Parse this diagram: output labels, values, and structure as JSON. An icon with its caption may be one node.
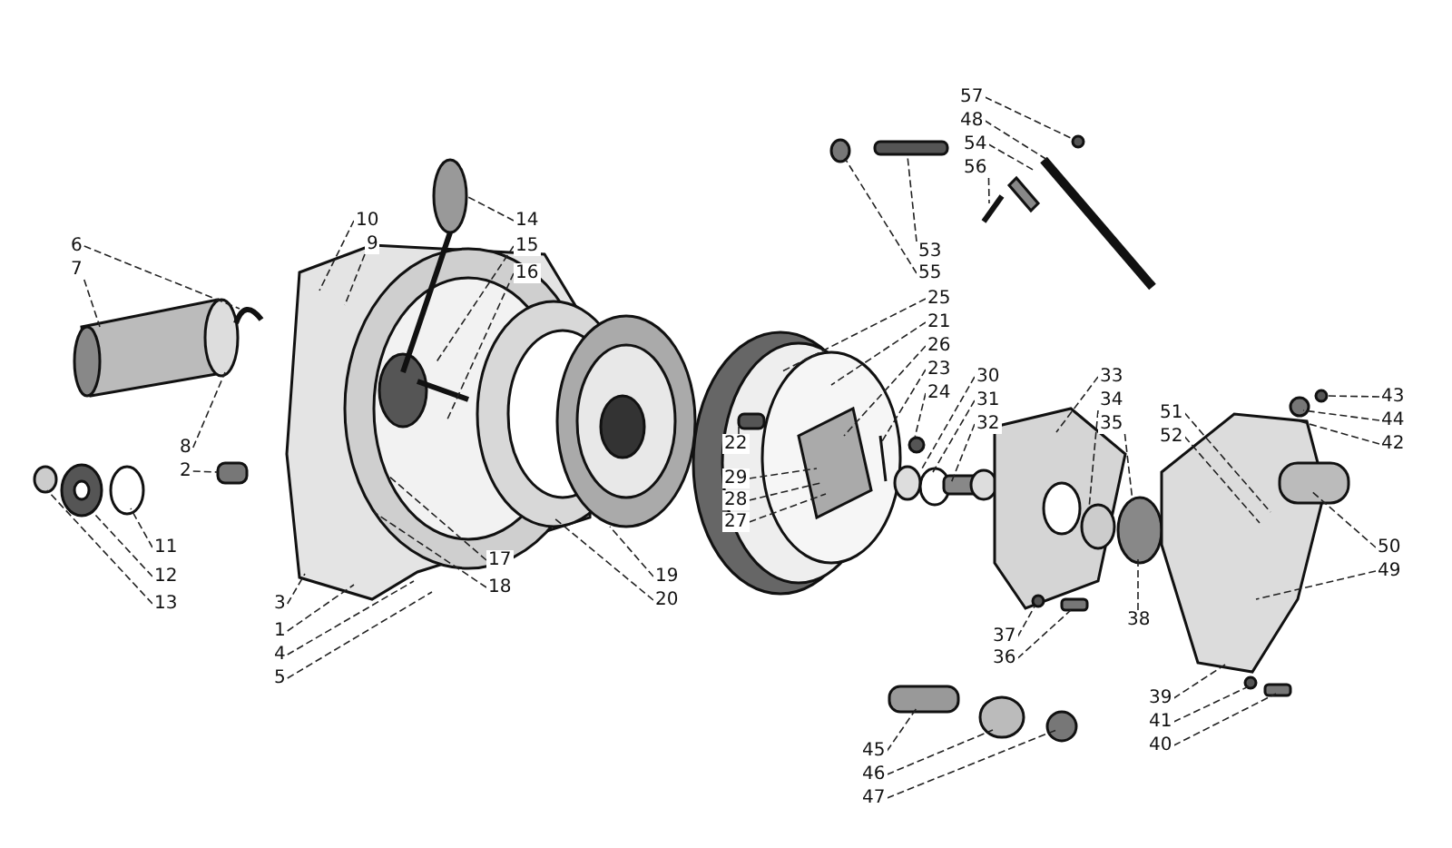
{
  "diagram": {
    "nodes": [
      {
        "text": [
          "6"
        ]
      },
      {
        "text": [
          "7"
        ]
      },
      {
        "text": [
          "8"
        ]
      },
      {
        "text": [
          "2"
        ]
      },
      {
        "text": [
          "11"
        ]
      },
      {
        "text": [
          "12"
        ]
      },
      {
        "text": [
          "13"
        ]
      },
      {
        "text": [
          "3"
        ]
      },
      {
        "text": [
          "1"
        ]
      },
      {
        "text": [
          "4"
        ]
      },
      {
        "text": [
          "5"
        ]
      },
      {
        "text": [
          "10"
        ]
      },
      {
        "text": [
          "9"
        ]
      },
      {
        "text": [
          "14"
        ]
      },
      {
        "text": [
          "15"
        ]
      },
      {
        "text": [
          "16"
        ]
      },
      {
        "text": [
          "17"
        ]
      },
      {
        "text": [
          "18"
        ]
      },
      {
        "text": [
          "19"
        ]
      },
      {
        "text": [
          "20"
        ]
      },
      {
        "text": [
          "57"
        ]
      },
      {
        "text": [
          "48"
        ]
      },
      {
        "text": [
          "54"
        ]
      },
      {
        "text": [
          "56"
        ]
      },
      {
        "text": [
          "53"
        ]
      },
      {
        "text": [
          "55"
        ]
      },
      {
        "text": [
          "25"
        ]
      },
      {
        "text": [
          "21"
        ]
      },
      {
        "text": [
          "26"
        ]
      },
      {
        "text": [
          "23"
        ]
      },
      {
        "text": [
          "24"
        ]
      },
      {
        "text": [
          "22"
        ]
      },
      {
        "text": [
          "29"
        ]
      },
      {
        "text": [
          "28"
        ]
      },
      {
        "text": [
          "27"
        ]
      },
      {
        "text": [
          "30"
        ]
      },
      {
        "text": [
          "31"
        ]
      },
      {
        "text": [
          "32"
        ]
      },
      {
        "text": [
          "33"
        ]
      },
      {
        "text": [
          "34"
        ]
      },
      {
        "text": [
          "35"
        ]
      },
      {
        "text": [
          "38"
        ]
      },
      {
        "text": [
          "37"
        ]
      },
      {
        "text": [
          "36"
        ]
      },
      {
        "text": [
          "45"
        ]
      },
      {
        "text": [
          "46"
        ]
      },
      {
        "text": [
          "47"
        ]
      },
      {
        "text": [
          "39"
        ]
      },
      {
        "text": [
          "41"
        ]
      },
      {
        "text": [
          "40"
        ]
      },
      {
        "text": [
          "43"
        ]
      },
      {
        "text": [
          "44"
        ]
      },
      {
        "text": [
          "42"
        ]
      },
      {
        "text": [
          "51"
        ]
      },
      {
        "text": [
          "52"
        ]
      },
      {
        "text": [
          "50"
        ]
      },
      {
        "text": [
          "49"
        ]
      }
    ],
    "edges": [
      {
        "from": 0,
        "to": null,
        "arrow": "none"
      },
      {
        "from": 1,
        "to": null,
        "arrow": "none"
      },
      {
        "from": 2,
        "to": null,
        "arrow": "none"
      },
      {
        "from": 3,
        "to": null,
        "arrow": "none"
      },
      {
        "from": 4,
        "to": null,
        "arrow": "none"
      },
      {
        "from": 5,
        "to": null,
        "arrow": "none"
      },
      {
        "from": 6,
        "to": null,
        "arrow": "none"
      },
      {
        "from": 7,
        "to": null,
        "arrow": "none"
      },
      {
        "from": 8,
        "to": null,
        "arrow": "none"
      },
      {
        "from": 9,
        "to": null,
        "arrow": "none"
      },
      {
        "from": 10,
        "to": null,
        "arrow": "none"
      },
      {
        "from": 11,
        "to": null,
        "arrow": "none"
      },
      {
        "from": 12,
        "to": null,
        "arrow": "none"
      },
      {
        "from": 13,
        "to": null,
        "arrow": "none"
      },
      {
        "from": 14,
        "to": null,
        "arrow": "none"
      },
      {
        "from": 15,
        "to": null,
        "arrow": "none"
      },
      {
        "from": 16,
        "to": null,
        "arrow": "none"
      },
      {
        "from": 17,
        "to": null,
        "arrow": "none"
      },
      {
        "from": 18,
        "to": null,
        "arrow": "none"
      },
      {
        "from": 19,
        "to": null,
        "arrow": "none"
      },
      {
        "from": 20,
        "to": null,
        "arrow": "none"
      },
      {
        "from": 21,
        "to": null,
        "arrow": "none"
      },
      {
        "from": 22,
        "to": null,
        "arrow": "none"
      },
      {
        "from": 23,
        "to": null,
        "arrow": "none"
      },
      {
        "from": 24,
        "to": null,
        "arrow": "none"
      },
      {
        "from": 25,
        "to": null,
        "arrow": "none"
      },
      {
        "from": 26,
        "to": null,
        "arrow": "none"
      },
      {
        "from": 27,
        "to": null,
        "arrow": "none"
      },
      {
        "from": 28,
        "to": null,
        "arrow": "none"
      },
      {
        "from": 29,
        "to": null,
        "arrow": "none"
      },
      {
        "from": 30,
        "to": null,
        "arrow": "none"
      },
      {
        "from": 31,
        "to": null,
        "arrow": "none"
      },
      {
        "from": 32,
        "to": null,
        "arrow": "none"
      },
      {
        "from": 33,
        "to": null,
        "arrow": "none"
      },
      {
        "from": 34,
        "to": null,
        "arrow": "none"
      },
      {
        "from": 35,
        "to": null,
        "arrow": "none"
      },
      {
        "from": 36,
        "to": null,
        "arrow": "none"
      },
      {
        "from": 37,
        "to": null,
        "arrow": "none"
      },
      {
        "from": 38,
        "to": null,
        "arrow": "none"
      },
      {
        "from": 39,
        "to": null,
        "arrow": "none"
      },
      {
        "from": 40,
        "to": null,
        "arrow": "none"
      },
      {
        "from": 41,
        "to": null,
        "arrow": "none"
      },
      {
        "from": 42,
        "to": null,
        "arrow": "none"
      },
      {
        "from": 43,
        "to": null,
        "arrow": "none"
      },
      {
        "from": 44,
        "to": null,
        "arrow": "none"
      },
      {
        "from": 45,
        "to": null,
        "arrow": "none"
      },
      {
        "from": 46,
        "to": null,
        "arrow": "none"
      },
      {
        "from": 47,
        "to": null,
        "arrow": "none"
      },
      {
        "from": 48,
        "to": null,
        "arrow": "none"
      },
      {
        "from": 49,
        "to": null,
        "arrow": "none"
      },
      {
        "from": 50,
        "to": null,
        "arrow": "none"
      },
      {
        "from": 51,
        "to": null,
        "arrow": "none"
      },
      {
        "from": 52,
        "to": null,
        "arrow": "none"
      },
      {
        "from": 53,
        "to": null,
        "arrow": "none"
      },
      {
        "from": 54,
        "to": null,
        "arrow": "none"
      },
      {
        "from": 55,
        "to": null,
        "arrow": "none"
      },
      {
        "from": 56,
        "to": null,
        "arrow": "none"
      }
    ]
  }
}
